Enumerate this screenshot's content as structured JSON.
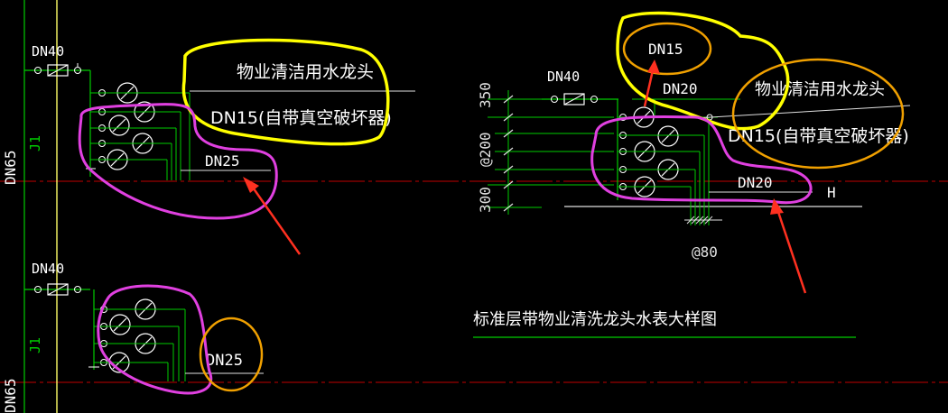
{
  "left_top": {
    "pipe_dn40": "DN40",
    "callout_text_1": "物业清洁用水龙头",
    "callout_text_2": "DN15(自带真空破坏器)",
    "dn25": "DN25",
    "riser_size": "DN65",
    "riser_label": "J1"
  },
  "left_bottom": {
    "pipe_dn40": "DN40",
    "dn25": "DN25",
    "riser_size": "DN65",
    "riser_label": "J1"
  },
  "right": {
    "pipe_dn40": "DN40",
    "dn15_highlight": "DN15",
    "dn20_upper": "DN20",
    "callout_text_1": "物业清洁用水龙头",
    "callout_text_2": "DN15(自带真空破坏器)",
    "dn20_lower": "DN20",
    "h_mark": "H",
    "dim_350": "350",
    "dim_200": "@200",
    "dim_300": "300",
    "dim_80": "@80",
    "drawing_title": "标准层带物业清洗龙头水表大样图"
  },
  "colors": {
    "background": "#000000",
    "pipe_green": "#00cc00",
    "axis_red": "#c00000",
    "text_white": "#ffffff",
    "dim_white": "#e0e0e0",
    "yellow": "#ffff00",
    "magenta": "#e040e0",
    "orange": "#f0a000",
    "arrow_red": "#ff3020"
  }
}
